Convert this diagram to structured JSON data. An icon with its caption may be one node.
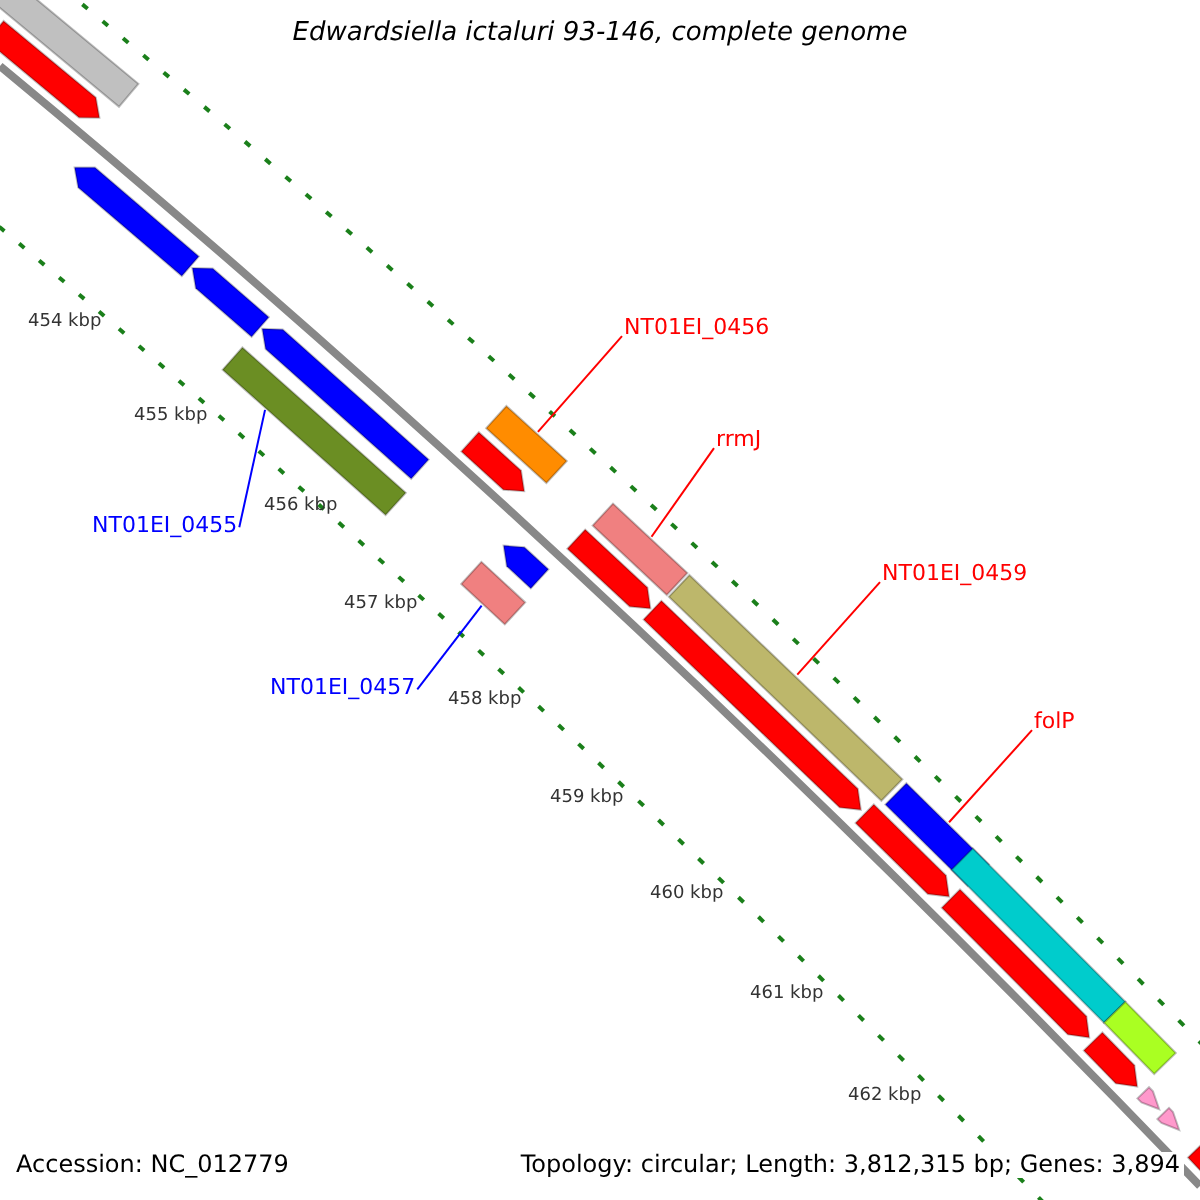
{
  "diagram": {
    "title": "Edwardsiella ictaluri 93-146, complete genome",
    "nodes": [
      {
        "text": [
          "NT01EI_0456"
        ]
      },
      {
        "text": [],
        "shape": "bar"
      },
      {
        "text": [
          "rrmJ"
        ]
      },
      {
        "text": [],
        "shape": "bar"
      },
      {
        "text": [
          "NT01EI_0455"
        ]
      },
      {
        "text": [],
        "shape": "bar"
      },
      {
        "text": [
          "NT01EI_0459"
        ]
      },
      {
        "text": [],
        "shape": "bar"
      },
      {
        "text": [
          "NT01EI_0457"
        ]
      },
      {
        "text": [],
        "shape": "bar"
      },
      {
        "text": [
          "folP"
        ]
      },
      {
        "text": [],
        "shape": "bar"
      },
      {
        "text": [],
        "shape": "bar"
      },
      {
        "text": [],
        "shape": "bar"
      },
      {
        "text": [],
        "shape": "bar"
      },
      {
        "text": [],
        "shape": "bar"
      },
      {
        "text": [],
        "shape": "bar"
      },
      {
        "text": [],
        "shape": "bar"
      },
      {
        "text": [],
        "shape": "bar"
      },
      {
        "text": [],
        "shape": "bar"
      },
      {
        "text": [],
        "shape": "bar"
      },
      {
        "text": [],
        "shape": "bar"
      },
      {
        "text": [],
        "shape": "bar"
      },
      {
        "text": [],
        "shape": "bar"
      },
      {
        "text": [],
        "shape": "bar"
      },
      {
        "text": [],
        "shape": "bar"
      },
      {
        "text": [],
        "shape": "bar"
      },
      {
        "text": [],
        "shape": "bar"
      },
      {
        "text": [],
        "shape": "bar"
      }
    ],
    "edges": [
      {
        "from": 0,
        "to": 1,
        "arrow": "none"
      },
      {
        "from": 2,
        "to": 3,
        "arrow": "none"
      },
      {
        "from": 4,
        "to": 5,
        "arrow": "none",
        "color": "#0000ff"
      },
      {
        "from": 6,
        "to": 7,
        "arrow": "none"
      },
      {
        "from": 8,
        "to": 9,
        "arrow": "none",
        "color": "#0000ff"
      },
      {
        "from": 10,
        "to": 11,
        "arrow": "none"
      }
    ],
    "labels": [
      "454 kbp",
      "455 kbp",
      "456 kbp",
      "457 kbp",
      "458 kbp",
      "459 kbp",
      "460 kbp",
      "461 kbp",
      "462 kbp",
      "Accession: NC_012779",
      "Topology: circular; Length: 3,812,315 bp; Genes: 3,894"
    ]
  }
}
